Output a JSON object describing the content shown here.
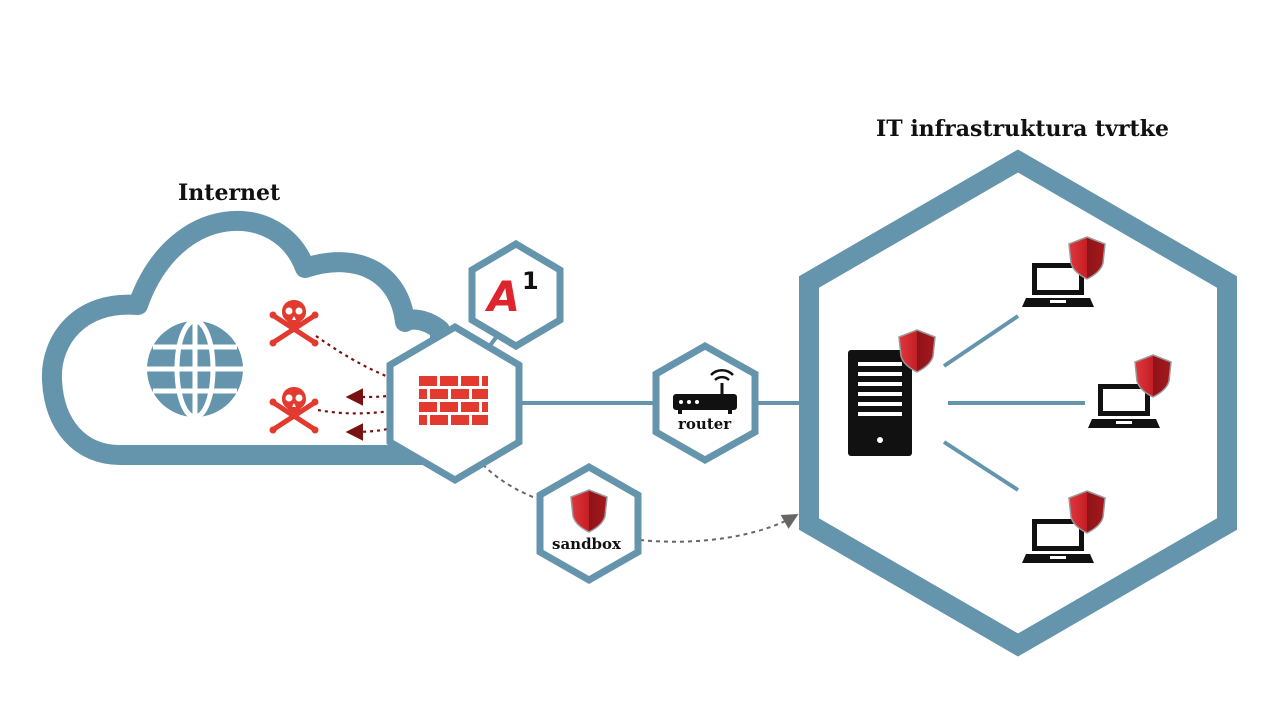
{
  "labels": {
    "internet": "Internet",
    "company_infrastructure": "IT infrastruktura tvrtke",
    "router": "router",
    "sandbox": "sandbox"
  },
  "logo": {
    "text": "A",
    "superscript": "1"
  },
  "icons": [
    "globe-icon",
    "skull-crossbones-icon",
    "firewall-brick-icon",
    "router-icon",
    "shield-icon",
    "server-icon",
    "laptop-icon"
  ],
  "colors": {
    "frame": "#6595ad",
    "threat_red": "#e23a2e",
    "shield_red": "#c41e25",
    "threat_arrow": "#7a1111",
    "sandbox_arrow": "#666666",
    "device": "#111111"
  }
}
